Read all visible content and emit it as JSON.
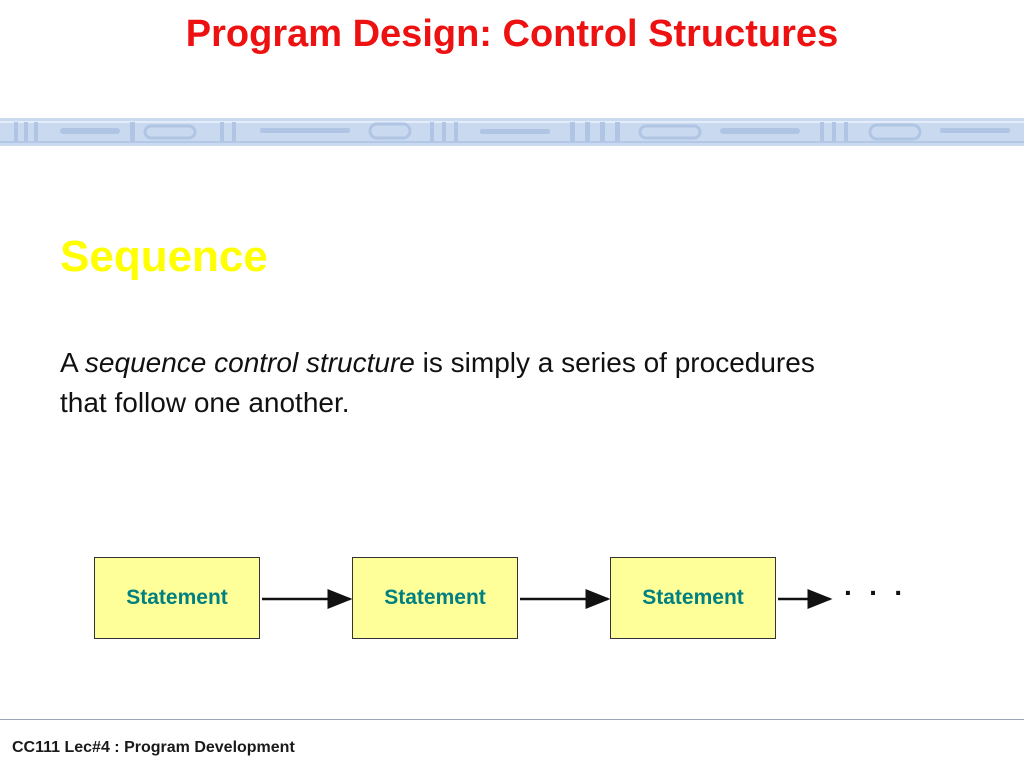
{
  "slide": {
    "title": "Program Design: Control Structures",
    "subtitle": "Sequence",
    "body": {
      "prefix": "A ",
      "emphasis": "sequence control structure",
      "suffix": " is simply a series of procedures that follow one another."
    },
    "diagram": {
      "boxes": [
        "Statement",
        "Statement",
        "Statement"
      ],
      "trailing": "· · ·"
    },
    "footer": "CC111 Lec#4 : Program Development"
  },
  "colors": {
    "title": "#ee1111",
    "subtitle": "#ffff00",
    "box_fill": "#ffff99",
    "box_text": "#008080",
    "banner": "#c9daf0"
  }
}
